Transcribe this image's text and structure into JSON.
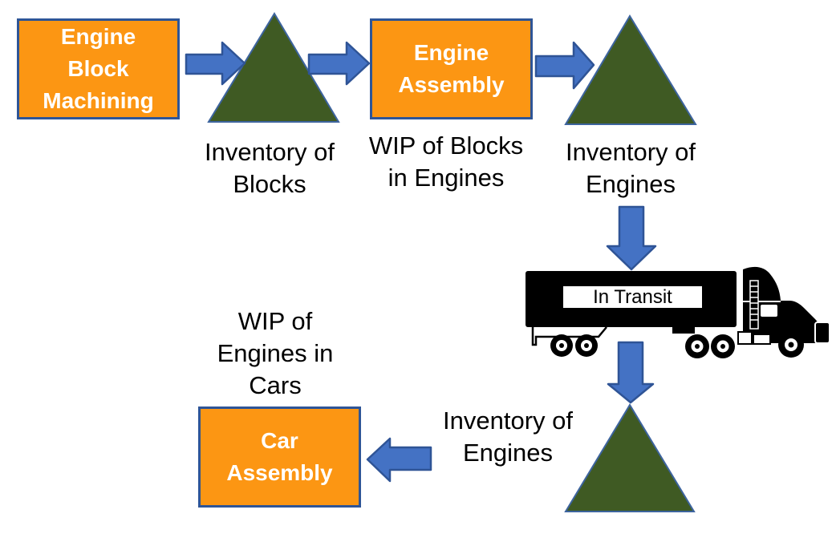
{
  "diagram": {
    "process_boxes": [
      {
        "name": "Engine Block Machining",
        "lines": [
          "Engine",
          "Block",
          "Machining"
        ]
      },
      {
        "name": "Engine Assembly",
        "lines": [
          "Engine",
          "Assembly"
        ]
      },
      {
        "name": "Car Assembly",
        "lines": [
          "Car",
          "Assembly"
        ]
      }
    ],
    "labels": [
      {
        "name": "inventory-of-blocks",
        "lines": [
          "Inventory of",
          "Blocks"
        ]
      },
      {
        "name": "wip-of-blocks-in-engines",
        "lines": [
          "WIP of Blocks",
          "in Engines"
        ]
      },
      {
        "name": "inventory-of-engines-top",
        "lines": [
          "Inventory of",
          "Engines"
        ]
      },
      {
        "name": "wip-of-engines-in-cars",
        "lines": [
          "WIP of",
          "Engines in",
          "Cars"
        ]
      },
      {
        "name": "inventory-of-engines-bottom",
        "lines": [
          "Inventory of",
          "Engines"
        ]
      }
    ],
    "truck_sign": "In Transit",
    "icons": [
      "inventory-triangle-icon",
      "flow-arrow-icon",
      "truck-icon"
    ],
    "colors": {
      "box_fill": "#FC9613",
      "box_border": "#2E5597",
      "box_text": "#FFFFFF",
      "triangle_fill": "#3F5A23",
      "triangle_border": "#3D649E",
      "arrow_fill": "#4472C4",
      "arrow_border": "#2F5496",
      "label_text": "#000000",
      "truck_color": "#000000",
      "background": "#FFFFFF"
    }
  }
}
